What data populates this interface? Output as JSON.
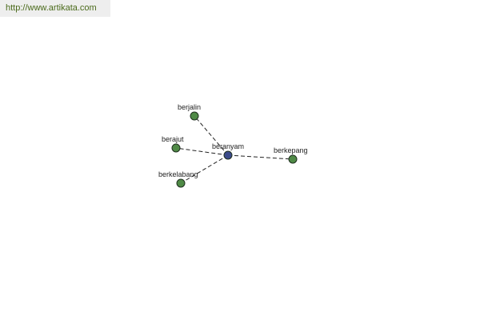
{
  "header": {
    "url": "http://www.artikata.com"
  },
  "colors": {
    "center_node": "#3b4a8a",
    "leaf_node": "#4f8a46",
    "node_stroke": "#1f2f1f",
    "edge": "#222222"
  },
  "graph": {
    "center": {
      "id": "beranyam",
      "label": "beranyam"
    },
    "nodes": [
      {
        "id": "berjalin",
        "label": "berjalin"
      },
      {
        "id": "berajut",
        "label": "berajut"
      },
      {
        "id": "berkelabang",
        "label": "berkelabang"
      },
      {
        "id": "berkepang",
        "label": "berkepang"
      }
    ],
    "edges": [
      {
        "from": "beranyam",
        "to": "berjalin"
      },
      {
        "from": "beranyam",
        "to": "berajut"
      },
      {
        "from": "beranyam",
        "to": "berkelabang"
      },
      {
        "from": "beranyam",
        "to": "berkepang"
      }
    ]
  }
}
